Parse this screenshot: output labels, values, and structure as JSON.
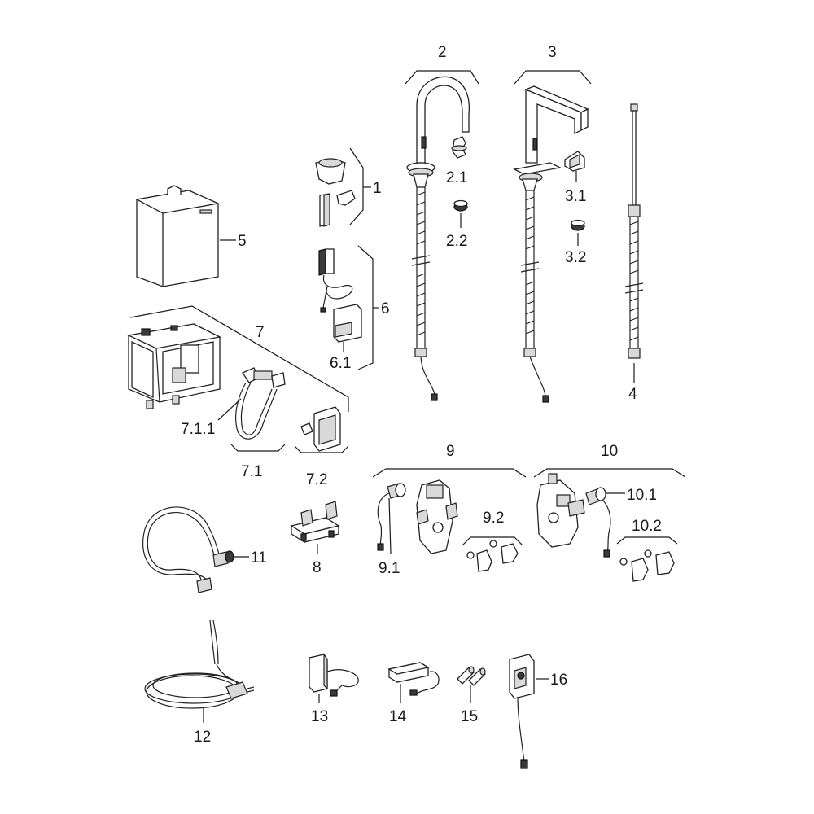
{
  "labels": {
    "p1": "1",
    "p2": "2",
    "p2_1": "2.1",
    "p2_2": "2.2",
    "p3": "3",
    "p3_1": "3.1",
    "p3_2": "3.2",
    "p4": "4",
    "p5": "5",
    "p6": "6",
    "p6_1": "6.1",
    "p7": "7",
    "p7_1": "7.1",
    "p7_1_1": "7.1.1",
    "p7_2": "7.2",
    "p8": "8",
    "p9": "9",
    "p9_1": "9.1",
    "p9_2": "9.2",
    "p10": "10",
    "p10_1": "10.1",
    "p10_2": "10.2",
    "p11": "11",
    "p12": "12",
    "p13": "13",
    "p14": "14",
    "p15": "15",
    "p16": "16"
  }
}
